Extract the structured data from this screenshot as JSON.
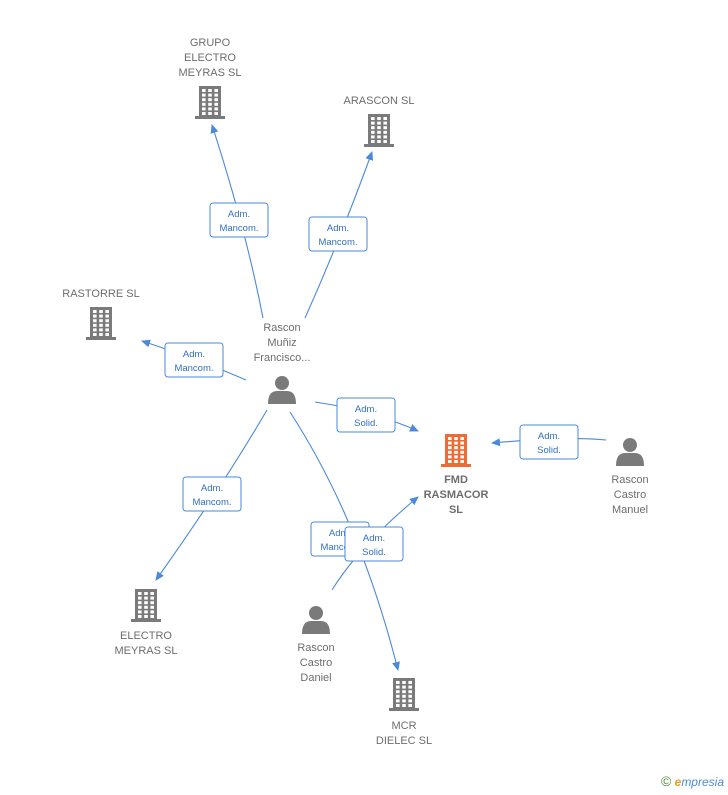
{
  "colors": {
    "edge": "#4a8ad8",
    "company": "#7a7a7a",
    "company_main": "#f06a35",
    "person": "#7a7a7a",
    "text": "#6d6d6d"
  },
  "nodes": [
    {
      "id": "grupo",
      "type": "company",
      "lines": [
        "GRUPO",
        "ELECTRO",
        "MEYRAS SL"
      ]
    },
    {
      "id": "arascon",
      "type": "company",
      "lines": [
        "ARASCON  SL"
      ]
    },
    {
      "id": "rastorre",
      "type": "company",
      "lines": [
        "RASTORRE  SL"
      ]
    },
    {
      "id": "francisco",
      "type": "person",
      "lines": [
        "Rascon",
        "Muñiz",
        "Francisco..."
      ]
    },
    {
      "id": "fmd",
      "type": "company_main",
      "lines": [
        "FMD",
        "RASMACOR",
        "SL"
      ]
    },
    {
      "id": "manuel",
      "type": "person",
      "lines": [
        "Rascon",
        "Castro",
        "Manuel"
      ]
    },
    {
      "id": "electro",
      "type": "company",
      "lines": [
        "ELECTRO",
        "MEYRAS  SL"
      ]
    },
    {
      "id": "daniel",
      "type": "person",
      "lines": [
        "Rascon",
        "Castro",
        "Daniel"
      ]
    },
    {
      "id": "mcr",
      "type": "company",
      "lines": [
        "MCR",
        "DIELEC SL"
      ]
    }
  ],
  "edges": [
    {
      "id": "e1",
      "from": "francisco",
      "to": "grupo",
      "label": [
        "Adm.",
        "Mancom."
      ]
    },
    {
      "id": "e2",
      "from": "francisco",
      "to": "arascon",
      "label": [
        "Adm.",
        "Mancom."
      ]
    },
    {
      "id": "e3",
      "from": "francisco",
      "to": "rastorre",
      "label": [
        "Adm.",
        "Mancom."
      ]
    },
    {
      "id": "e4",
      "from": "francisco",
      "to": "fmd",
      "label": [
        "Adm.",
        "Solid."
      ]
    },
    {
      "id": "e5",
      "from": "manuel",
      "to": "fmd",
      "label": [
        "Adm.",
        "Solid."
      ]
    },
    {
      "id": "e6",
      "from": "francisco",
      "to": "electro",
      "label": [
        "Adm.",
        "Mancom."
      ]
    },
    {
      "id": "e7",
      "from": "francisco",
      "to": "mcr",
      "label": [
        "Adm.",
        "Mancom."
      ]
    },
    {
      "id": "e8",
      "from": "daniel",
      "to": "fmd",
      "label": [
        "Adm.",
        "Solid."
      ]
    }
  ],
  "footer": {
    "copyright": "©",
    "brand_initial": "e",
    "brand_rest": "mpresia"
  }
}
